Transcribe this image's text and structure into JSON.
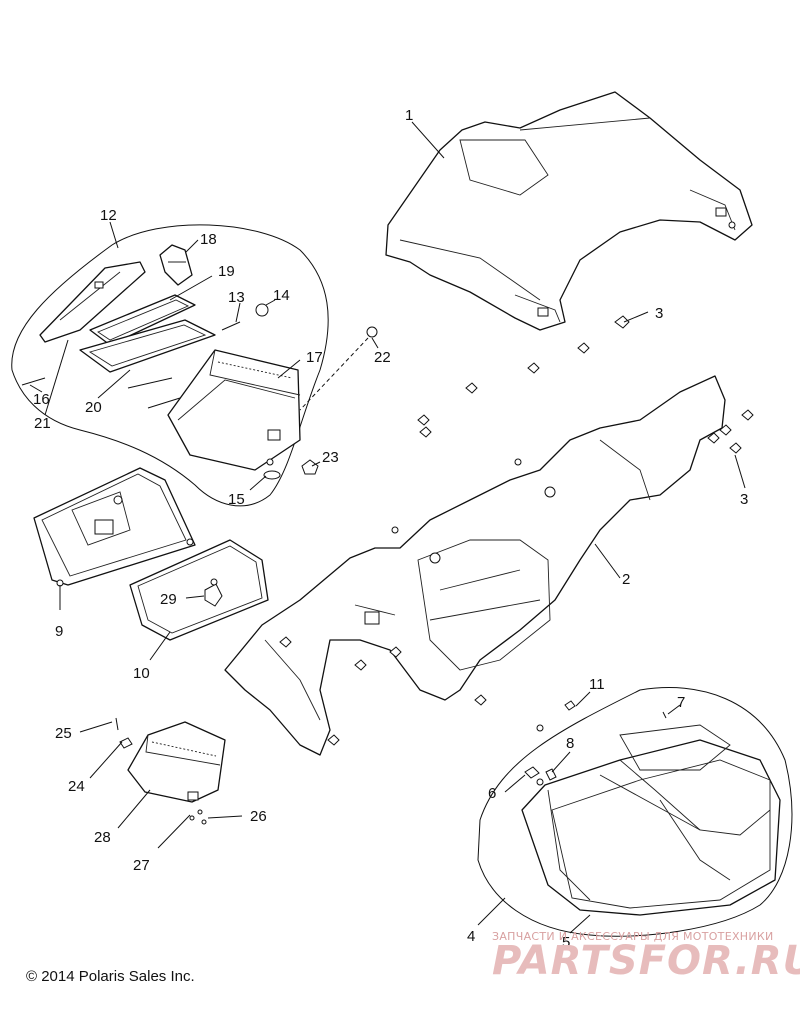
{
  "callouts": {
    "c1": "1",
    "c2": "2",
    "c3a": "3",
    "c3b": "3",
    "c4": "4",
    "c5": "5",
    "c6": "6",
    "c7": "7",
    "c8": "8",
    "c9": "9",
    "c10": "10",
    "c11": "11",
    "c12": "12",
    "c13": "13",
    "c14": "14",
    "c15": "15",
    "c16": "16",
    "c17": "17",
    "c18": "18",
    "c19": "19",
    "c20": "20",
    "c21": "21",
    "c22": "22",
    "c23": "23",
    "c24": "24",
    "c25": "25",
    "c26": "26",
    "c27": "27",
    "c28": "28",
    "c29": "29"
  },
  "footer": {
    "copyright": "© 2014 Polaris Sales Inc."
  },
  "watermark": {
    "tagline": "ЗАПЧАСТИ И АКСЕССУАРЫ ДЛЯ МОТОТЕХНИКИ",
    "logo": "PARTSFOR.RU"
  }
}
